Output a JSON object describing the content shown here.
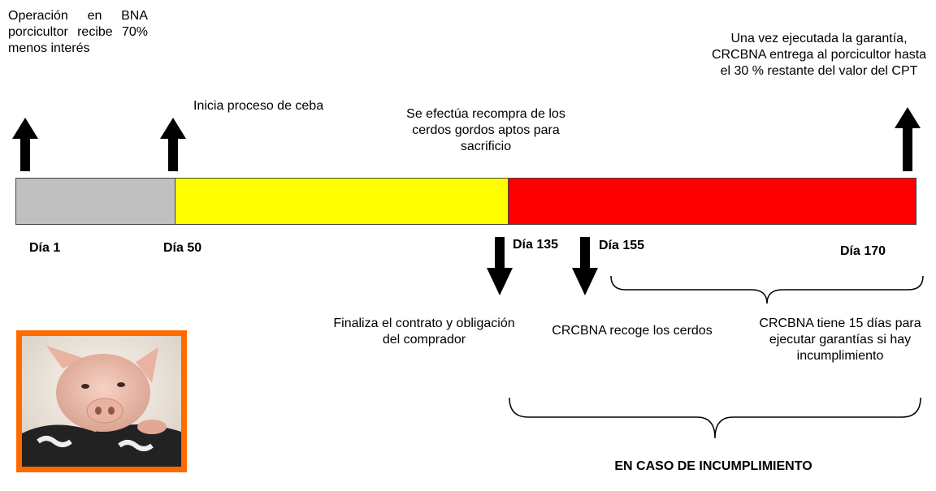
{
  "timeline": {
    "segments": [
      {
        "name": "gris",
        "color": "#c0c0c0"
      },
      {
        "name": "amarillo",
        "color": "#ffff00"
      },
      {
        "name": "rojo",
        "color": "#ff0000"
      }
    ],
    "days": {
      "d1": "Día 1",
      "d50": "Día 50",
      "d135": "Día 135",
      "d155": "Día 155",
      "d170": "Día 170"
    }
  },
  "notes": {
    "operacion": "Operación en BNA porcicultor recibe 70% menos interés",
    "ceba": "Inicia proceso de ceba",
    "recompra": "Se efectúa recompra de los cerdos gordos aptos para sacrificio",
    "garantia": "Una vez ejecutada la garantía, CRCBNA entrega al porcicultor hasta el 30 % restante del valor del CPT",
    "finaliza": "Finaliza el contrato y obligación del comprador",
    "recoge": "CRCBNA recoge los cerdos",
    "quince_dias": "CRCBNA tiene 15 días para ejecutar garantías si hay incumplimiento",
    "caso": "EN CASO DE INCUMPLIMIENTO"
  },
  "colors": {
    "accent_frame": "#ff6a00",
    "arrow": "#000000"
  },
  "icons": [
    "up-arrow-icon",
    "down-arrow-icon",
    "curly-brace-icon",
    "pig-photo"
  ]
}
